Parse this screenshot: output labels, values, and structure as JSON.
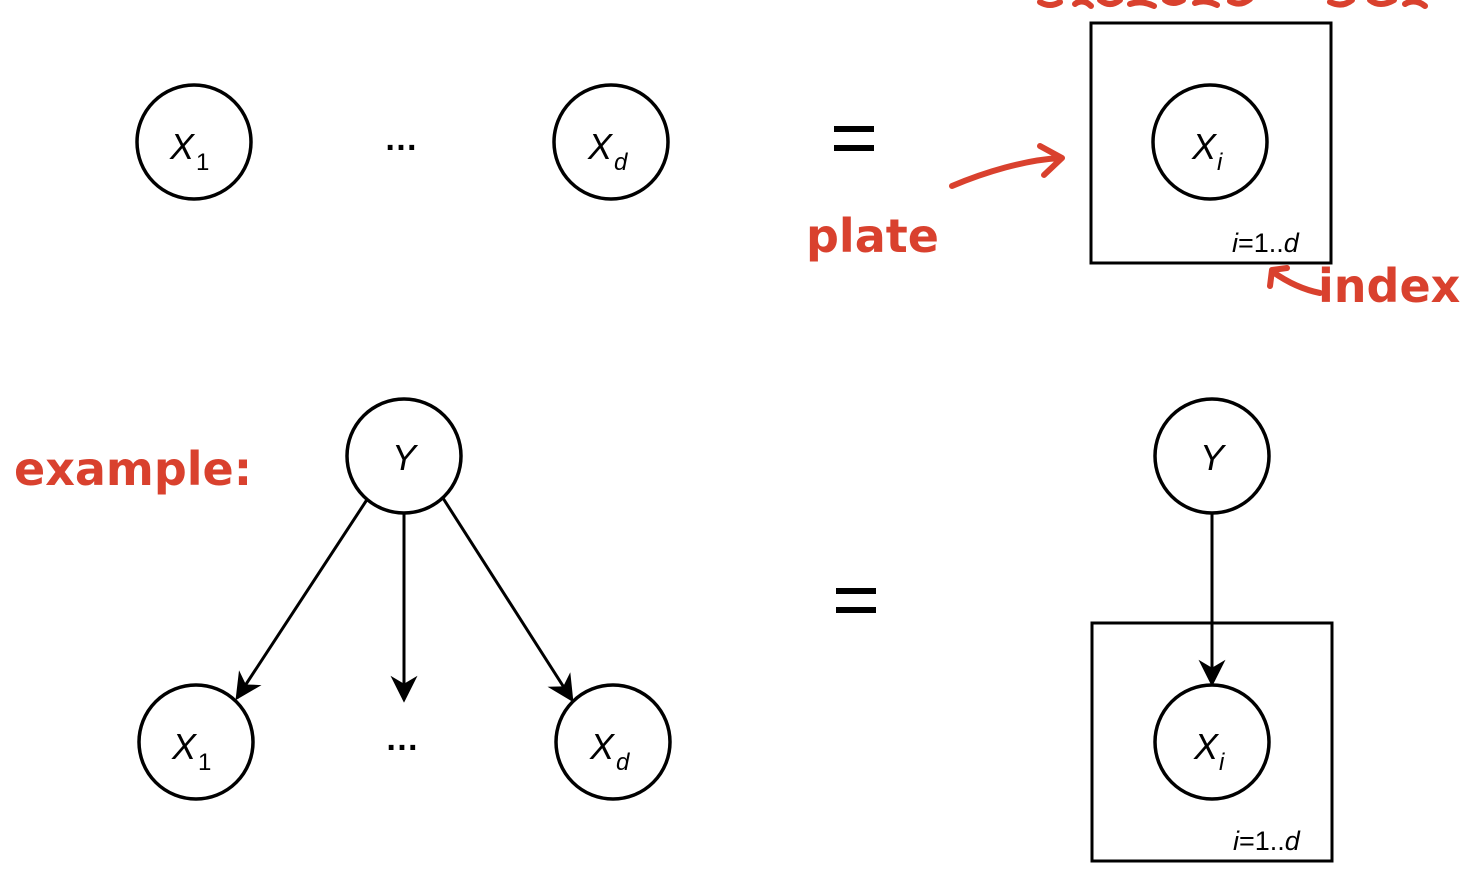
{
  "top_row": {
    "node_first": {
      "var": "X",
      "sub": "1"
    },
    "ellipsis": "…",
    "node_last": {
      "var": "X",
      "sub": "d"
    },
    "equals": "=",
    "plate_node": {
      "var": "X",
      "sub": "i"
    },
    "plate_index": {
      "var": "i",
      "rest": "=1..",
      "end": "d"
    }
  },
  "bottom_row": {
    "parent": {
      "var": "Y"
    },
    "child_first": {
      "var": "X",
      "sub": "1"
    },
    "ellipsis": "…",
    "child_last": {
      "var": "X",
      "sub": "d"
    },
    "equals": "=",
    "plate_parent": {
      "var": "Y"
    },
    "plate_node": {
      "var": "X",
      "sub": "i"
    },
    "plate_index": {
      "var": "i",
      "rest": "=1..",
      "end": "d"
    }
  },
  "annotations": {
    "plate": "plate",
    "index": "index",
    "example": "example:",
    "color": "#d9412e"
  }
}
